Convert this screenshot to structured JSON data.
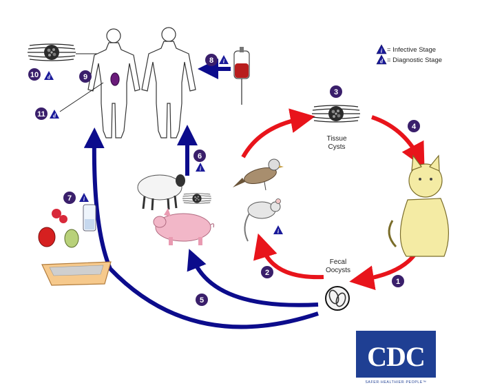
{
  "legend": {
    "infective_letter": "i",
    "infective_label": "= Infective Stage",
    "diagnostic_letter": "d",
    "diagnostic_label": "= Diagnostic Stage"
  },
  "labels": {
    "tissue_cysts": [
      "Tissue",
      "Cysts"
    ],
    "fecal_oocysts": [
      "Fecal",
      "Oocysts"
    ]
  },
  "steps": [
    {
      "num": "1"
    },
    {
      "num": "2"
    },
    {
      "num": "3"
    },
    {
      "num": "4"
    },
    {
      "num": "5"
    },
    {
      "num": "6"
    },
    {
      "num": "7"
    },
    {
      "num": "8"
    },
    {
      "num": "9"
    },
    {
      "num": "10"
    },
    {
      "num": "11"
    }
  ],
  "logo": {
    "text": "CDC",
    "tagline": "SAFER·HEALTHIER·PEOPLE™"
  },
  "colors": {
    "step_circle": "#3a1f6b",
    "triangle": "#1a1a9a",
    "arrow_red": "#e8141b",
    "arrow_blue": "#0c0c8c",
    "cdc_blue": "#1f3f93"
  }
}
